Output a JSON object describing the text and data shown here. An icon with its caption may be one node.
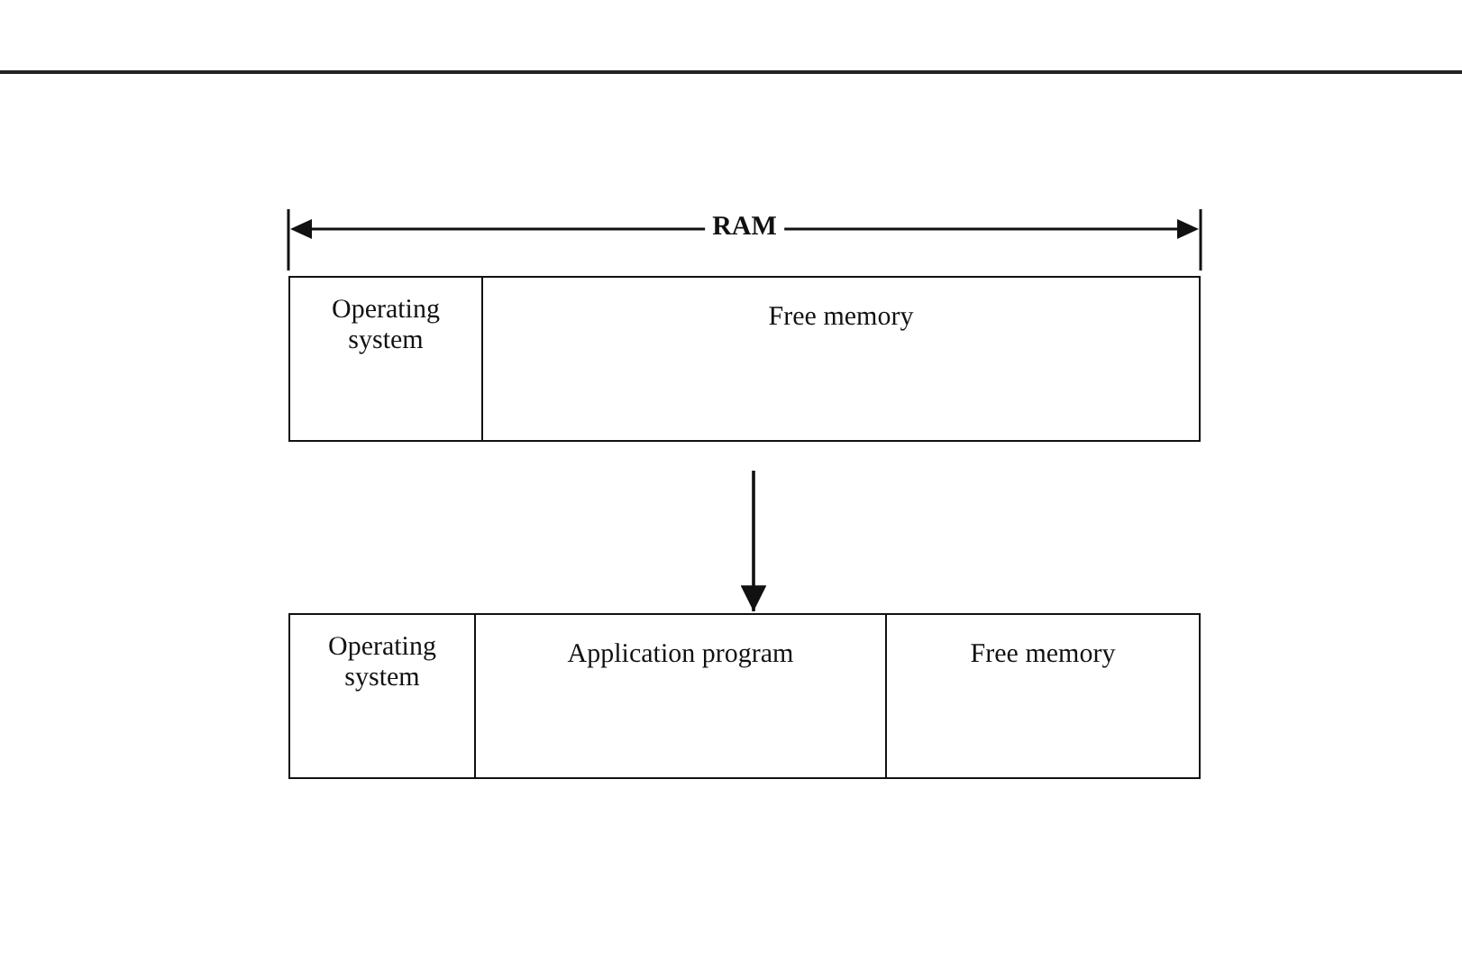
{
  "diagram": {
    "nodes": [
      {
        "text": [
          "Operating system"
        ]
      },
      {
        "text": [
          "Free memory"
        ]
      },
      {
        "text": [
          "Operating system"
        ]
      },
      {
        "text": [
          "Application program"
        ]
      },
      {
        "text": [
          "Free memory"
        ]
      }
    ],
    "edges": [
      {
        "from": 1,
        "to": 3,
        "arrow": "to"
      }
    ],
    "labels": [
      "RAM"
    ]
  }
}
